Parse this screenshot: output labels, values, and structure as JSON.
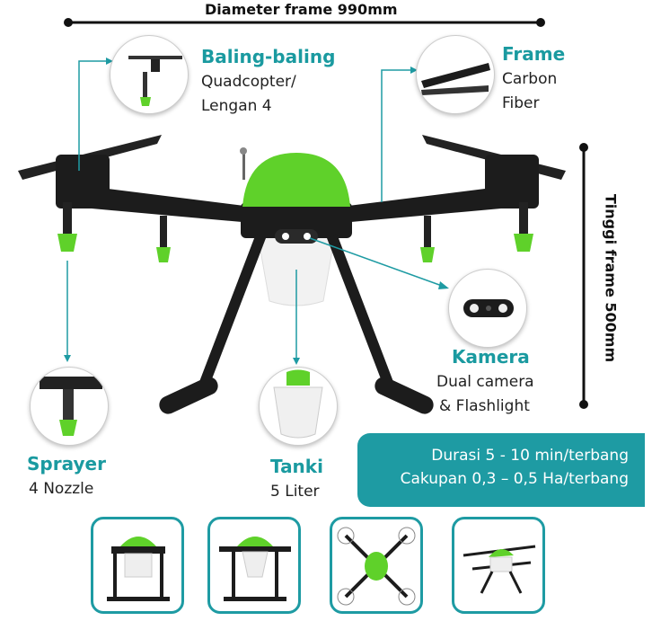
{
  "diameter_label": "Diameter frame 990mm",
  "height_label": "Tinggi frame 500mm",
  "callouts": {
    "propeller": {
      "title": "Baling-baling",
      "line1": "Quadcopter/",
      "line2": "Lengan 4"
    },
    "frame": {
      "title": "Frame",
      "line1": "Carbon",
      "line2": "Fiber"
    },
    "camera": {
      "title": "Kamera",
      "line1": "Dual camera",
      "line2": "& Flashlight"
    },
    "sprayer": {
      "title": "Sprayer",
      "line1": "4 Nozzle"
    },
    "tank": {
      "title": "Tanki",
      "line1": "5 Liter"
    }
  },
  "info": {
    "duration": "Durasi 5 - 10 min/terbang",
    "coverage": "Cakupan 0,3 – 0,5 Ha/terbang"
  },
  "views": [
    {
      "icon": "drone-front-view-icon"
    },
    {
      "icon": "drone-side-view-icon"
    },
    {
      "icon": "drone-top-view-icon"
    },
    {
      "icon": "drone-perspective-view-icon"
    }
  ],
  "colors": {
    "accent": "#1e9ba3",
    "drone_green": "#5fd12a",
    "frame_black": "#1c1c1c"
  }
}
